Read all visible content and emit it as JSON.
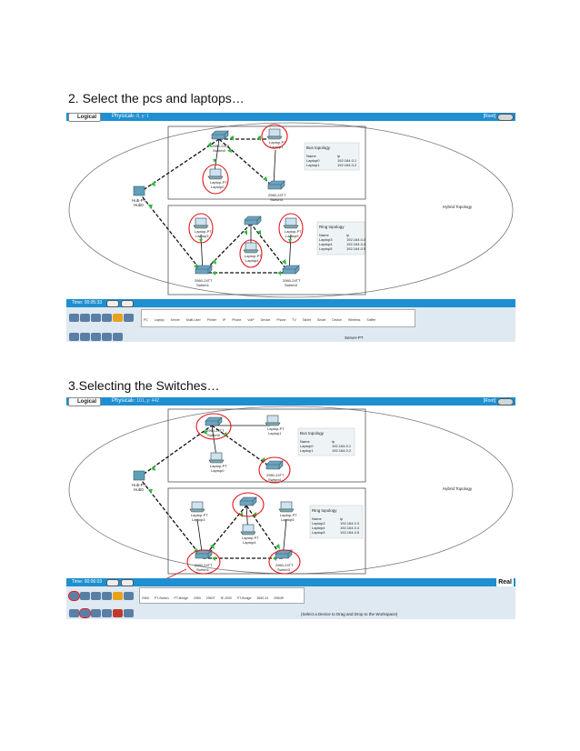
{
  "section1": {
    "heading": "2. Select the pcs and laptops…",
    "tab_logical": "Logical",
    "tab_physical": "Physical",
    "coords": "x: 8, y: 1",
    "root": "[Root]",
    "hybrid": "Hybrid  Topology",
    "hub_type": "Hub-PT",
    "hub_name": "Hub0",
    "bus": {
      "title": "Bus topology",
      "col_name": "Name",
      "col_ip": "ip",
      "rows": [
        [
          "Laptop0",
          "192.164.0.1"
        ],
        [
          "Laptop1",
          "192.164.0.2"
        ]
      ]
    },
    "ring": {
      "title": "Ring topology",
      "col_name": "Name",
      "col_ip": "ip",
      "rows": [
        [
          "Laptop3",
          "192.164.0.3"
        ],
        [
          "Laptop4",
          "192.164.0.4"
        ],
        [
          "Laptop5",
          "192.164.0.5"
        ]
      ]
    },
    "devices": {
      "switch0": [
        "2960-24TT",
        "Switch0"
      ],
      "laptop1": [
        "Laptop-PT",
        "Laptop1"
      ],
      "laptop0": [
        "Laptop-PT",
        "Laptop0"
      ],
      "switch4": [
        "2960-24TT",
        "Switch4"
      ],
      "laptop3": [
        "Laptop-PT",
        "Laptop3"
      ],
      "laptop5": [
        "Laptop-PT",
        "Laptop5"
      ],
      "laptop4": [
        "Laptop-PT",
        "Laptop4"
      ],
      "switch1": [
        "2960-24TT",
        "Switch1"
      ],
      "switch3": [
        "2960-24TT",
        "Switch3"
      ]
    },
    "time": "Time: 00:05:33",
    "device_categories": [
      "PC",
      "Laptop",
      "Server",
      "Multi-User",
      "Printer",
      "IP Phone",
      "VoIP Device",
      "Phone",
      "TV",
      "Tablet",
      "Smart Device",
      "Wireless",
      "Sniffer"
    ],
    "bottom_label": "Server-PT"
  },
  "section2": {
    "heading": "3.Selecting the Switches…",
    "tab_logical": "Logical",
    "tab_physical": "Physical",
    "coords": "x: 101, y: 442",
    "root": "[Root]",
    "hybrid": "Hybrid  Topology",
    "hub_type": "Hub-PT",
    "hub_name": "Hub0",
    "bus": {
      "title": "Bus topology",
      "col_name": "Name",
      "col_ip": "ip",
      "rows": [
        [
          "Laptop0",
          "192.164.0.1"
        ],
        [
          "Laptop1",
          "192.164.0.2"
        ]
      ]
    },
    "ring": {
      "title": "Ring topology",
      "col_name": "Name",
      "col_ip": "ip",
      "rows": [
        [
          "Laptop3",
          "192.164.0.3"
        ],
        [
          "Laptop4",
          "192.164.0.4"
        ],
        [
          "Laptop5",
          "192.164.0.5"
        ]
      ]
    },
    "devices": {
      "switch0": [
        "2960-24TT",
        "Switch0"
      ],
      "laptop1": [
        "Laptop-PT",
        "Laptop1"
      ],
      "laptop0": [
        "Laptop-PT",
        "Laptop0"
      ],
      "switch4": [
        "2960-24TT",
        "Switch4"
      ],
      "laptop3": [
        "Laptop-PT",
        "Laptop3"
      ],
      "laptop5": [
        "Laptop-PT",
        "Laptop5"
      ],
      "laptop4": [
        "Laptop-PT",
        "Laptop4"
      ],
      "switch1": [
        "2960-24TT",
        "Switch1"
      ],
      "switch3": [
        "2960-24TT",
        "Switch3"
      ]
    },
    "time": "Time: 00:06:03",
    "real": "Real",
    "switch_models": [
      "2960",
      "PT-Switch",
      "PT-Bridge",
      "2950",
      "2950T",
      "IE-2000",
      "PT-Bridge",
      "3650-24",
      "2960IE"
    ],
    "bottom_label": "(Select a Device to Drag and Drop to the Workspace)"
  },
  "colors": {
    "toolbar_blue": "#1e8fd0",
    "link_green": "#2dbb3a",
    "annotation_red": "#e0161b",
    "panel": "#dfe9f1"
  }
}
